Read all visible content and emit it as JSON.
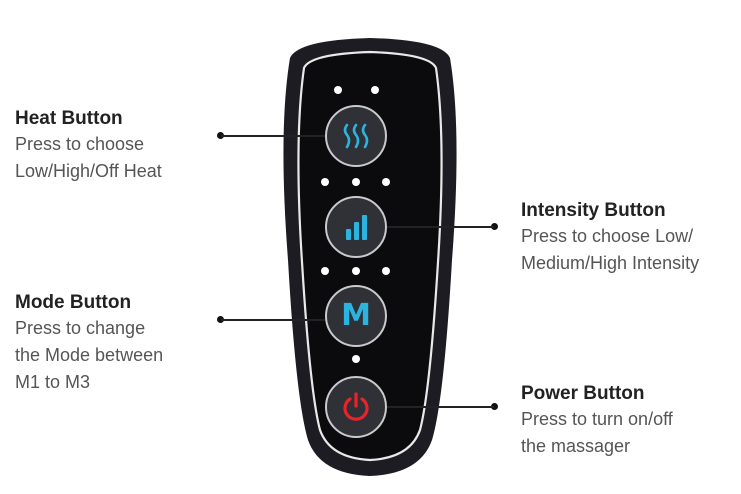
{
  "colors": {
    "remote_body": "#1c1c22",
    "remote_panel": "#0b0b0d",
    "panel_outline": "#e9e9ea",
    "button_face": "#2f3136",
    "button_ring": "#c9cacc",
    "accent_blue": "#2bb4e0",
    "power_red": "#e8232a"
  },
  "labels": {
    "heat": {
      "title": "Heat Button",
      "desc": [
        "Press to choose",
        "Low/High/Off Heat"
      ]
    },
    "intensity": {
      "title": "Intensity Button",
      "desc": [
        "Press to choose Low/",
        "Medium/High Intensity"
      ]
    },
    "mode": {
      "title": "Mode Button",
      "desc": [
        "Press to change",
        "the Mode between",
        "M1 to M3"
      ]
    },
    "power": {
      "title": "Power Button",
      "desc": [
        "Press to turn on/off",
        "the massager"
      ]
    }
  },
  "buttons": {
    "heat_icon": "heat-waves-icon",
    "intensity_icon": "signal-bars-icon",
    "mode_letter": "M",
    "power_icon": "power-icon"
  },
  "indicator_leds": {
    "heat": 2,
    "intensity": 3,
    "mode": 3,
    "power": 1
  }
}
